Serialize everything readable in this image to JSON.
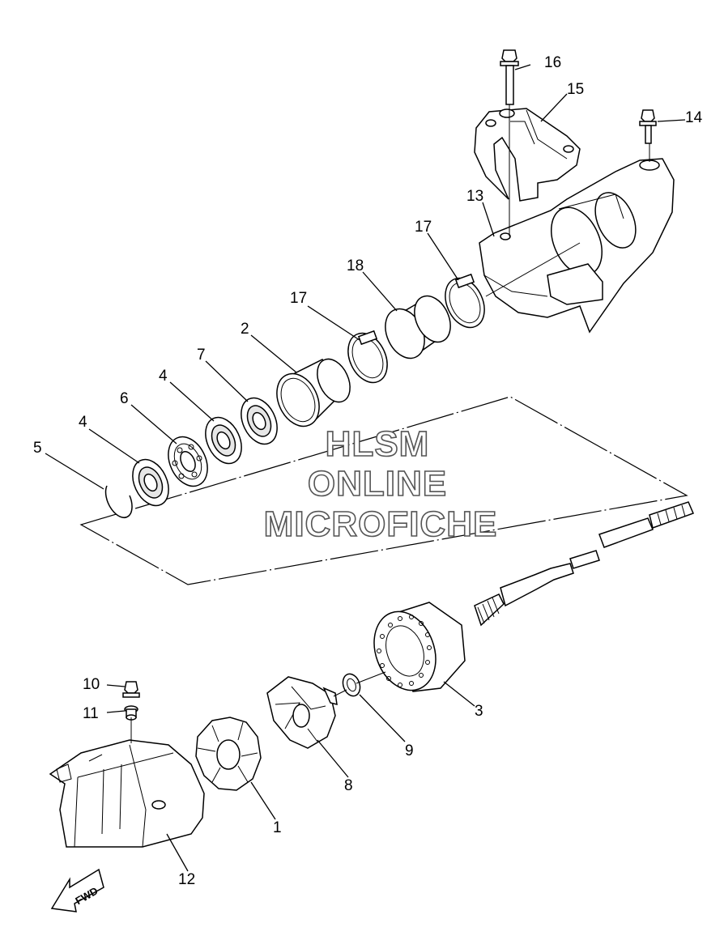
{
  "callouts": {
    "c1": "1",
    "c2": "2",
    "c3": "3",
    "c4a": "4",
    "c4b": "4",
    "c5": "5",
    "c6": "6",
    "c7": "7",
    "c8": "8",
    "c9": "9",
    "c10": "10",
    "c11": "11",
    "c12": "12",
    "c13": "13",
    "c14": "14",
    "c15": "15",
    "c16": "16",
    "c17a": "17",
    "c17b": "17",
    "c18": "18"
  },
  "watermark": {
    "line1": "HLSM",
    "line2": "ONLINE",
    "line3": "MICROFICHE"
  },
  "direction_arrow": {
    "label": "FWD"
  }
}
